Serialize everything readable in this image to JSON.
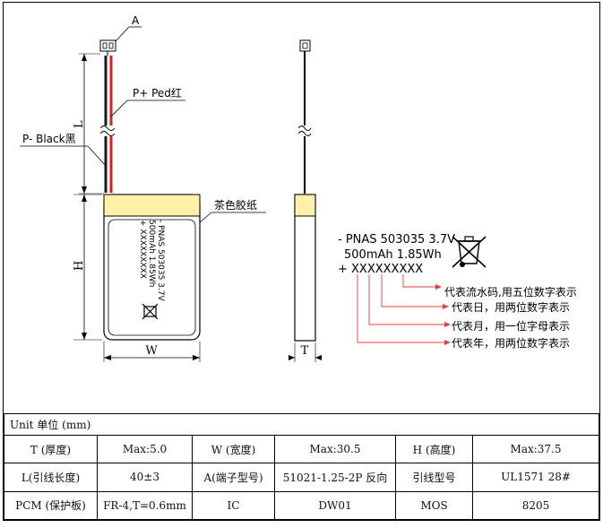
{
  "labels": {
    "connector": "A",
    "positive_lead": "P+ Ped红",
    "negative_lead": "P- Black黑",
    "length_dim": "L",
    "height_dim": "H",
    "width_dim": "W",
    "thickness_dim": "T",
    "tape": "茶色胶纸"
  },
  "cell_print": {
    "line1": "- PNAS 503035 3.7V",
    "line2": "500mAh 1.85Wh",
    "line3": "+ XXXXXXXXX"
  },
  "marking": {
    "line1": "- PNAS 503035 3.7V",
    "line2": "500mAh 1.85Wh",
    "line3": "+ XXXXXXXXX",
    "notes": [
      "代表流水码,用五位数字表示",
      "代表日，用两位数字表示",
      "代表月，用一位字母表示",
      "代表年，用两位数字表示"
    ]
  },
  "spec_table": {
    "unit": "Unit 单位 (mm)",
    "rows": [
      [
        "T (厚度)",
        "Max:5.0",
        "W (宽度)",
        "Max:30.5",
        "H (高度)",
        "Max:37.5"
      ],
      [
        "L(引线长度)",
        "40±3",
        "A(端子型号)",
        "51021-1.25-2P 反向",
        "引线型号",
        "UL1571 28#"
      ],
      [
        "PCM (保护板)",
        "FR-4,T=0.6mm",
        "IC",
        "DW01",
        "MOS",
        "8205"
      ]
    ]
  },
  "colors": {
    "red_wire": "#d42020",
    "black_wire": "#1a1a1a",
    "tape": "#fff2a8",
    "note_arrow": "#e04040"
  }
}
